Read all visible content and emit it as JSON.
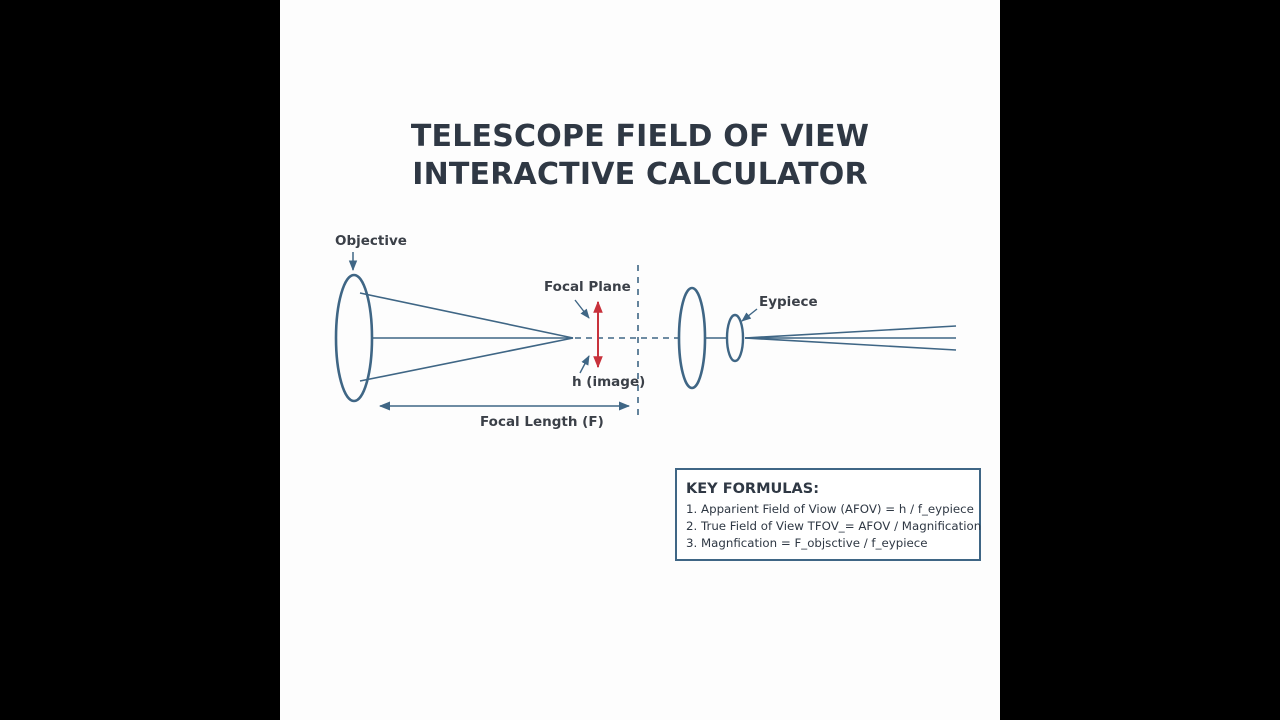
{
  "title": {
    "line1": "TELESCOPE FIELD OF VIEW",
    "line2": "INTERACTIVE CALCULATOR"
  },
  "diagram": {
    "labels": {
      "objective": "Objective",
      "focal_plane": "Focal Plane",
      "h_image": "h (image)",
      "focal_length": "Focal Length (F)",
      "eyepiece": "Eypiece"
    },
    "colors": {
      "optics": "#3f6685",
      "image_arrow": "#c8323c",
      "text": "#3b4048"
    }
  },
  "formulas": {
    "heading": "KEY FORMULAS:",
    "items": [
      "1. Apparient Field of Viow (AFOV) = h / f_eypiece",
      "2. True Field of View TFOV_= AFOV / Magnification",
      "3. Magnfication = F_objsctive / f_eypiece"
    ]
  }
}
